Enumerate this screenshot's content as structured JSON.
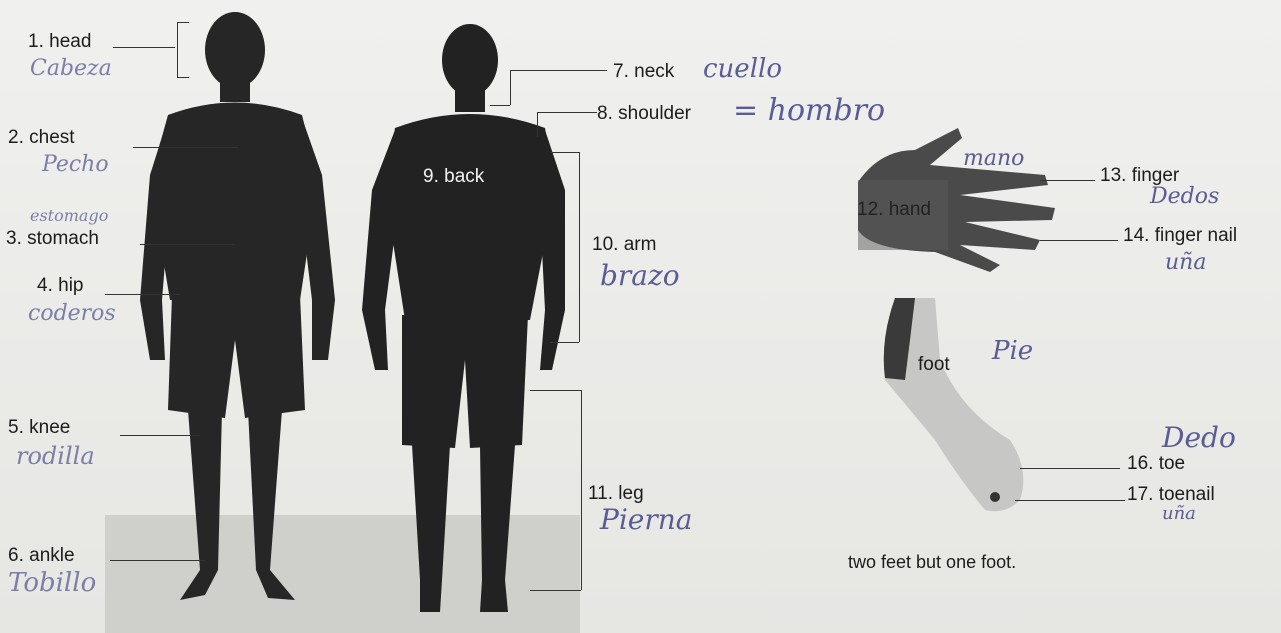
{
  "labels": {
    "head": "1. head",
    "chest": "2. chest",
    "stomach": "3. stomach",
    "hip": "4. hip",
    "knee": "5. knee",
    "ankle": "6. ankle",
    "neck": "7. neck",
    "shoulder": "8. shoulder",
    "back": "9. back",
    "arm": "10. arm",
    "leg": "11. leg",
    "hand": "12. hand",
    "finger": "13. finger",
    "finger_nail": "14. finger nail",
    "foot": "foot",
    "toe": "16. toe",
    "toenail": "17. toenail"
  },
  "handwritten": {
    "head": "Cabeza",
    "chest": "Pecho",
    "stomach": "estomago",
    "hip": "coderos",
    "knee": "rodilla",
    "ankle": "Tobillo",
    "neck": "cuello",
    "shoulder": "= hombro",
    "arm": "brazo",
    "leg": "Pierna",
    "hand": "mano",
    "finger": "Dedos",
    "finger_nail": "uña",
    "foot": "Pie",
    "toe": "Dedo",
    "toenail": "uña"
  },
  "note": "two feet but one foot."
}
